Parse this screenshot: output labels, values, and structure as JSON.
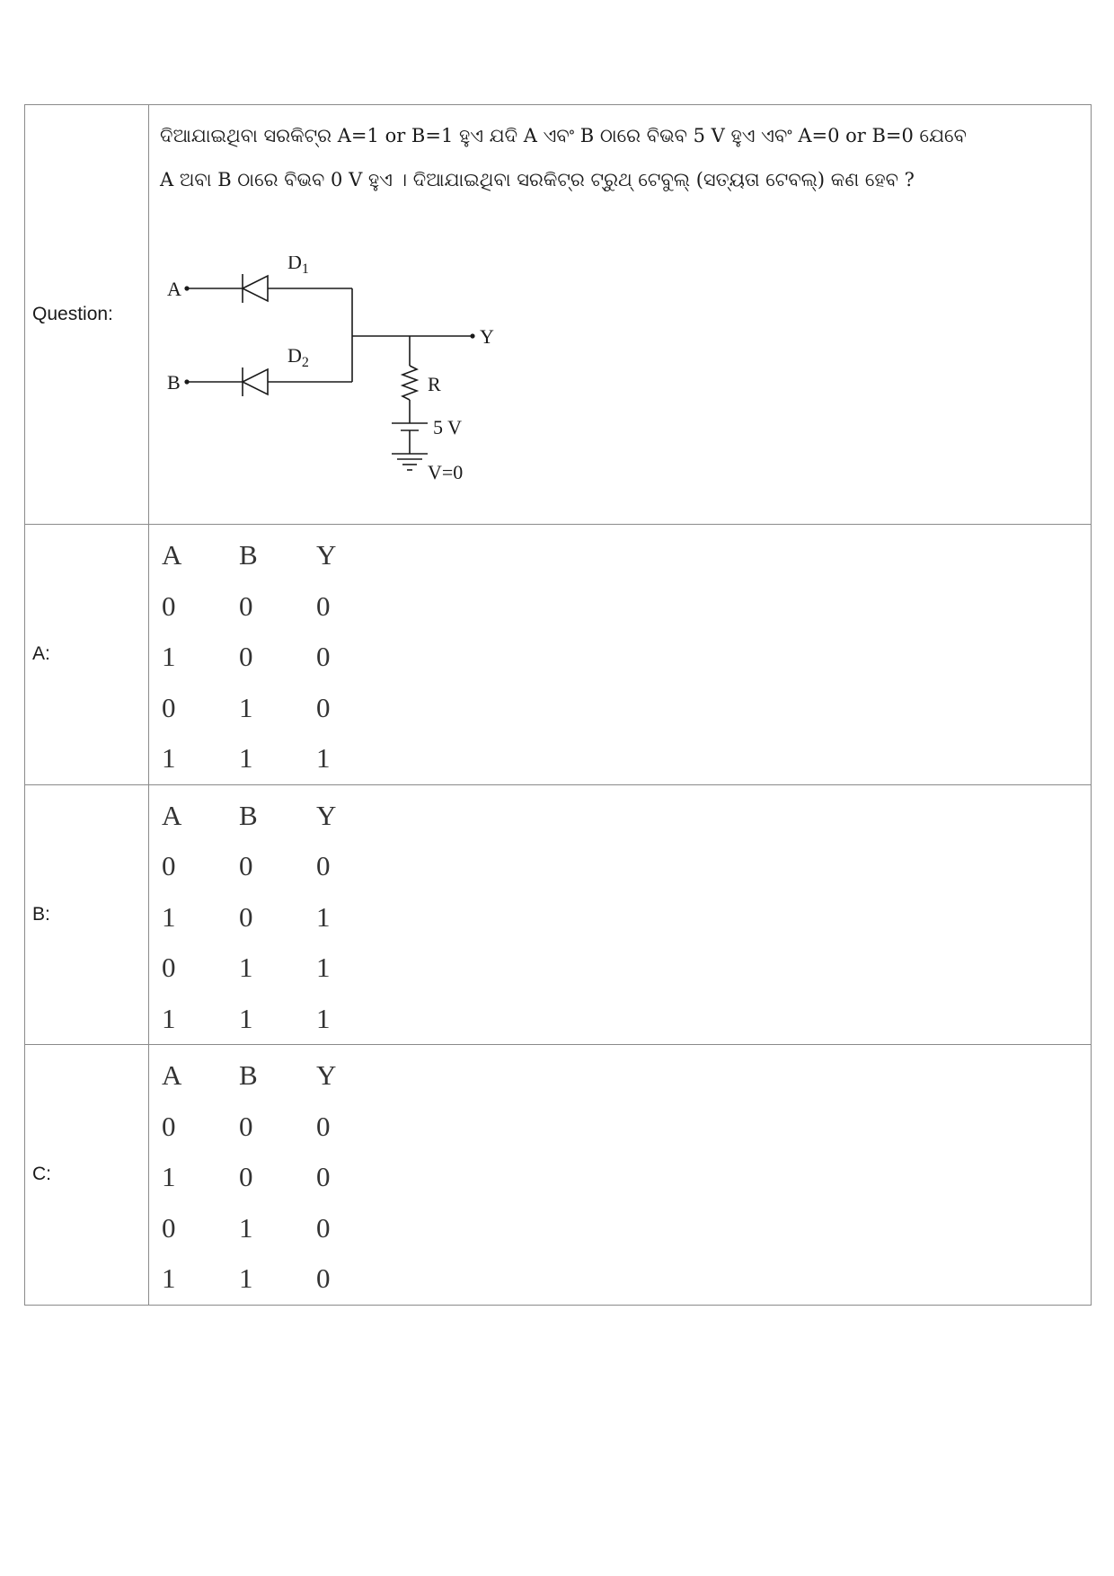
{
  "question": {
    "label": "Question:",
    "text_line1": "ଦିଆଯାଇଥିବା ସରକିଟ୍‌ର A=1 or B=1 ହୁଏ ଯଦି A ଏବଂ B ଠାରେ ବିଭବ 5 V ହୁଏ ଏବଂ A=0 or B=0 ଯେବେ",
    "text_line2": "A ଅବା B ଠାରେ ବିଭବ 0 V ହୁଏ । ଦିଆଯାଇଥିବା ସରକିଟ୍‌ର ଟ୍ରୁଥ୍ ଟେବୁଲ୍ (ସତ୍ୟତା ଟେବଲ୍) କଣ ହେବ ?",
    "circuit": {
      "input_a": "A",
      "input_b": "B",
      "diode1": "D",
      "diode1_sub": "1",
      "diode2": "D",
      "diode2_sub": "2",
      "output": "Y",
      "resistor": "R",
      "supply": "5 V",
      "ground": "V=0"
    }
  },
  "options": [
    {
      "label": "A:",
      "headers": [
        "A",
        "B",
        "Y"
      ],
      "rows": [
        [
          "0",
          "0",
          "0"
        ],
        [
          "1",
          "0",
          "0"
        ],
        [
          "0",
          "1",
          "0"
        ],
        [
          "1",
          "1",
          "1"
        ]
      ]
    },
    {
      "label": "B:",
      "headers": [
        "A",
        "B",
        "Y"
      ],
      "rows": [
        [
          "0",
          "0",
          "0"
        ],
        [
          "1",
          "0",
          "1"
        ],
        [
          "0",
          "1",
          "1"
        ],
        [
          "1",
          "1",
          "1"
        ]
      ]
    },
    {
      "label": "C:",
      "headers": [
        "A",
        "B",
        "Y"
      ],
      "rows": [
        [
          "0",
          "0",
          "0"
        ],
        [
          "1",
          "0",
          "0"
        ],
        [
          "0",
          "1",
          "0"
        ],
        [
          "1",
          "1",
          "0"
        ]
      ]
    }
  ]
}
